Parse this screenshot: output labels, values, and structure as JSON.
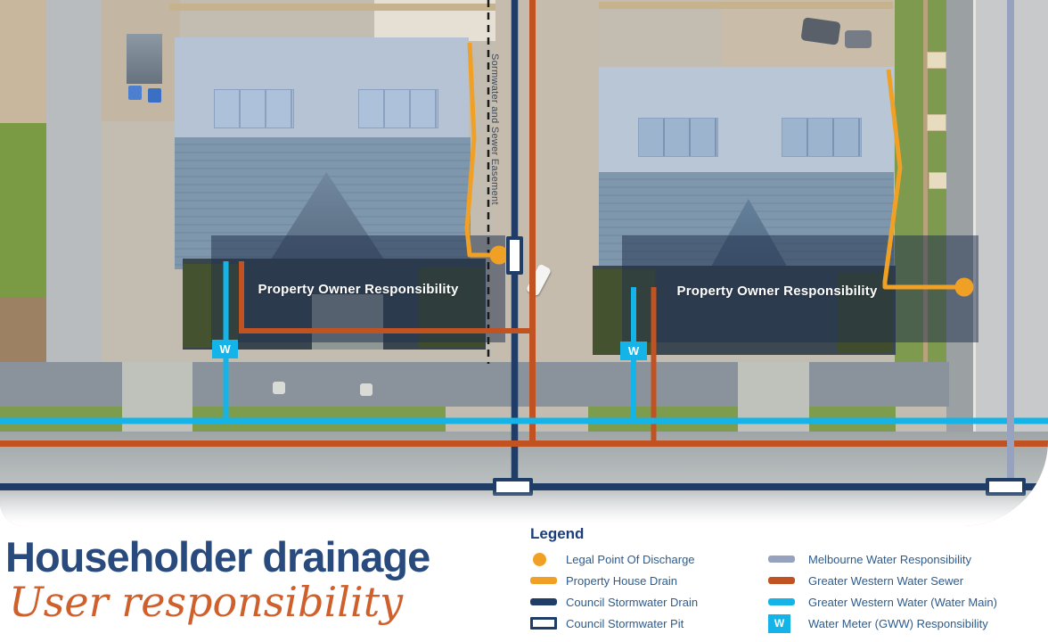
{
  "palette": {
    "navy_line": "#1f3d66",
    "amber_drain": "#f0a125",
    "rust_sewer": "#c05321",
    "cyan_water": "#14b4e9",
    "melbourne_gray": "#97a2bf",
    "easement_dash": "#1b1b1b",
    "title_navy": "#294a7d",
    "subtitle_orange": "#cf5f2b",
    "legend_text": "#2b5c8f",
    "overlay": "rgba(33,48,77,0.52)"
  },
  "map": {
    "easement_label": "Sormwater and Sewer Easement",
    "left_property_label": "Property Owner Responsibility",
    "right_property_label": "Property Owner Responsibility",
    "left_meter_letter": "W",
    "right_meter_letter": "W"
  },
  "footer": {
    "title": "Householder drainage",
    "subtitle": "User responsibility"
  },
  "legend": {
    "title": "Legend",
    "col1": [
      {
        "label": "Legal Point Of Discharge",
        "swatch": "circle",
        "color": "#f0a125"
      },
      {
        "label": "Property House Drain",
        "swatch": "line",
        "color": "#f0a125"
      },
      {
        "label": "Council Stormwater Drain",
        "swatch": "line",
        "color": "#1f3d66"
      },
      {
        "label": "Council Stormwater Pit",
        "swatch": "pit",
        "color": "#1f3d66"
      }
    ],
    "col2": [
      {
        "label": "Melbourne Water Responsibility",
        "swatch": "line",
        "color": "#97a2bf"
      },
      {
        "label": "Greater Western Water Sewer",
        "swatch": "line",
        "color": "#c05321"
      },
      {
        "label": "Greater Western Water (Water Main)",
        "swatch": "line",
        "color": "#14b4e9"
      },
      {
        "label": "Water Meter (GWW) Responsibility",
        "swatch": "meter",
        "color": "#14b4e9",
        "letter": "W"
      }
    ]
  }
}
